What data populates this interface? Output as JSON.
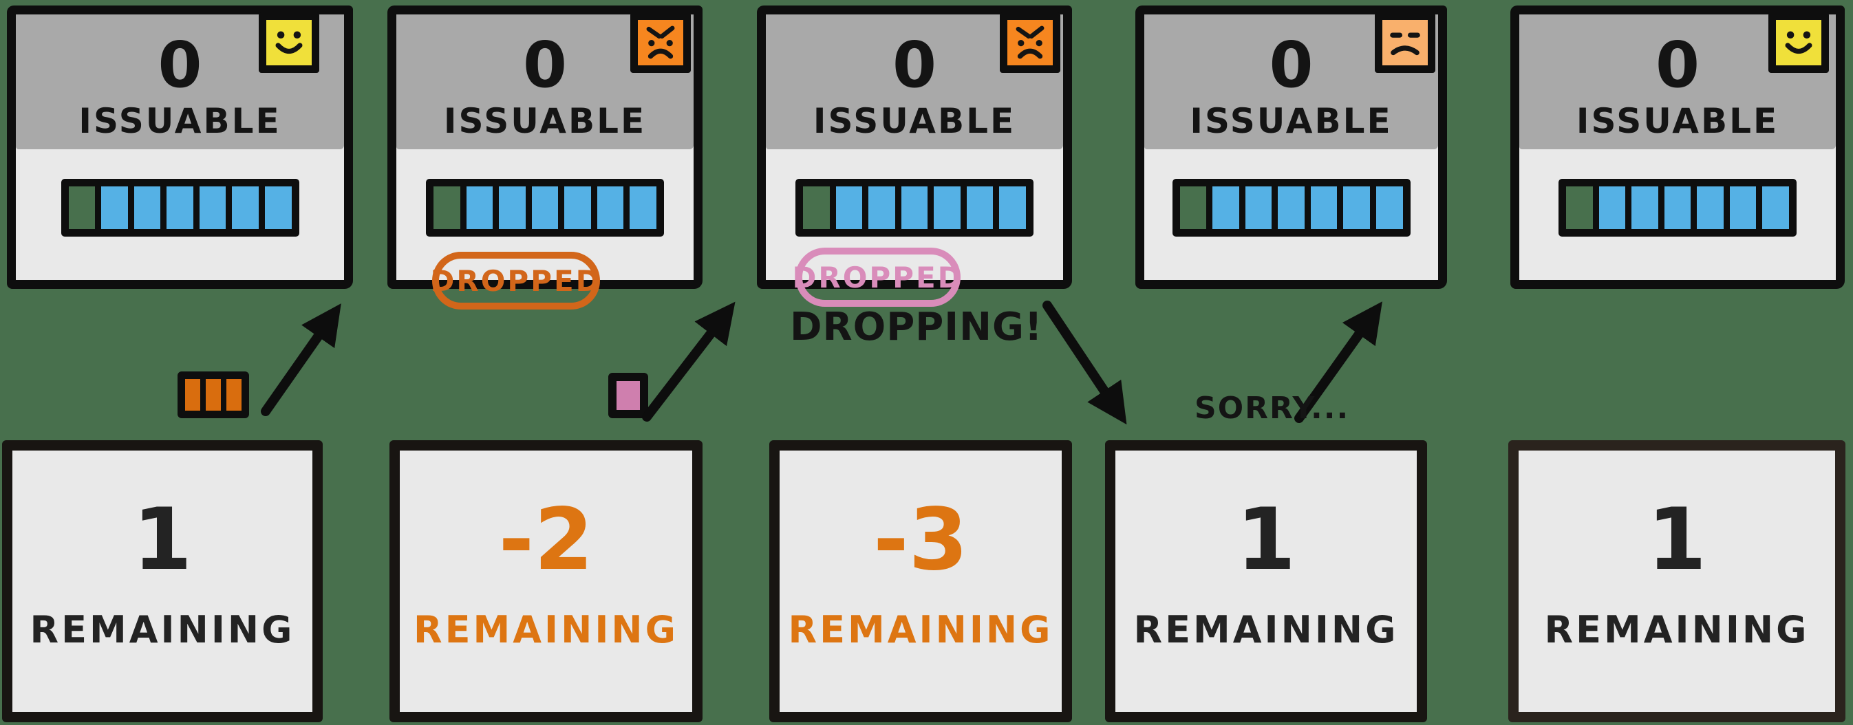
{
  "diagram": {
    "background_color": "#48704d",
    "outline_color": "#0e0e0e",
    "card_header_color": "#a9a9a9",
    "card_body_color": "#e9e9e9"
  },
  "labels": {
    "dropping": "DROPPING!",
    "sorry": "SORRY..."
  },
  "dropped_tokens": {
    "orange_block_cells": 3,
    "orange_block_color": "#d96d0e",
    "pink_block_cells": 1,
    "pink_block_color": "#cf7fae"
  },
  "panels": [
    {
      "issuable_value": "0",
      "issuable_label": "ISSUABLE",
      "mood": "happy",
      "face_color": "#f0e03a",
      "progress": {
        "total_slots": 7,
        "empty_slots": 1,
        "filled_slots": 6,
        "filled_color": "#55b1e5"
      },
      "remaining_value": "1",
      "remaining_label": "REMAINING",
      "remaining_color": "#232323"
    },
    {
      "issuable_value": "0",
      "issuable_label": "ISSUABLE",
      "mood": "angry",
      "face_color": "#f6861f",
      "badge": {
        "text": "DROPPED",
        "color": "#d2661a"
      },
      "progress": {
        "total_slots": 7,
        "empty_slots": 1,
        "filled_slots": 6,
        "filled_color": "#55b1e5"
      },
      "remaining_value": "-2",
      "remaining_label": "REMAINING",
      "remaining_color": "#dd7512"
    },
    {
      "issuable_value": "0",
      "issuable_label": "ISSUABLE",
      "mood": "angry",
      "face_color": "#f6861f",
      "badge": {
        "text": "DROPPED",
        "color": "#d98cba"
      },
      "progress": {
        "total_slots": 7,
        "empty_slots": 1,
        "filled_slots": 6,
        "filled_color": "#55b1e5"
      },
      "remaining_value": "-3",
      "remaining_label": "REMAINING",
      "remaining_color": "#dd7512"
    },
    {
      "issuable_value": "0",
      "issuable_label": "ISSUABLE",
      "mood": "unamused",
      "face_color": "#f9b06c",
      "progress": {
        "total_slots": 7,
        "empty_slots": 1,
        "filled_slots": 6,
        "filled_color": "#55b1e5"
      },
      "remaining_value": "1",
      "remaining_label": "REMAINING",
      "remaining_color": "#232323"
    },
    {
      "issuable_value": "0",
      "issuable_label": "ISSUABLE",
      "mood": "happy",
      "face_color": "#f0e03a",
      "progress": {
        "total_slots": 7,
        "empty_slots": 1,
        "filled_slots": 6,
        "filled_color": "#55b1e5"
      },
      "remaining_value": "1",
      "remaining_label": "REMAINING",
      "remaining_color": "#232323"
    }
  ]
}
